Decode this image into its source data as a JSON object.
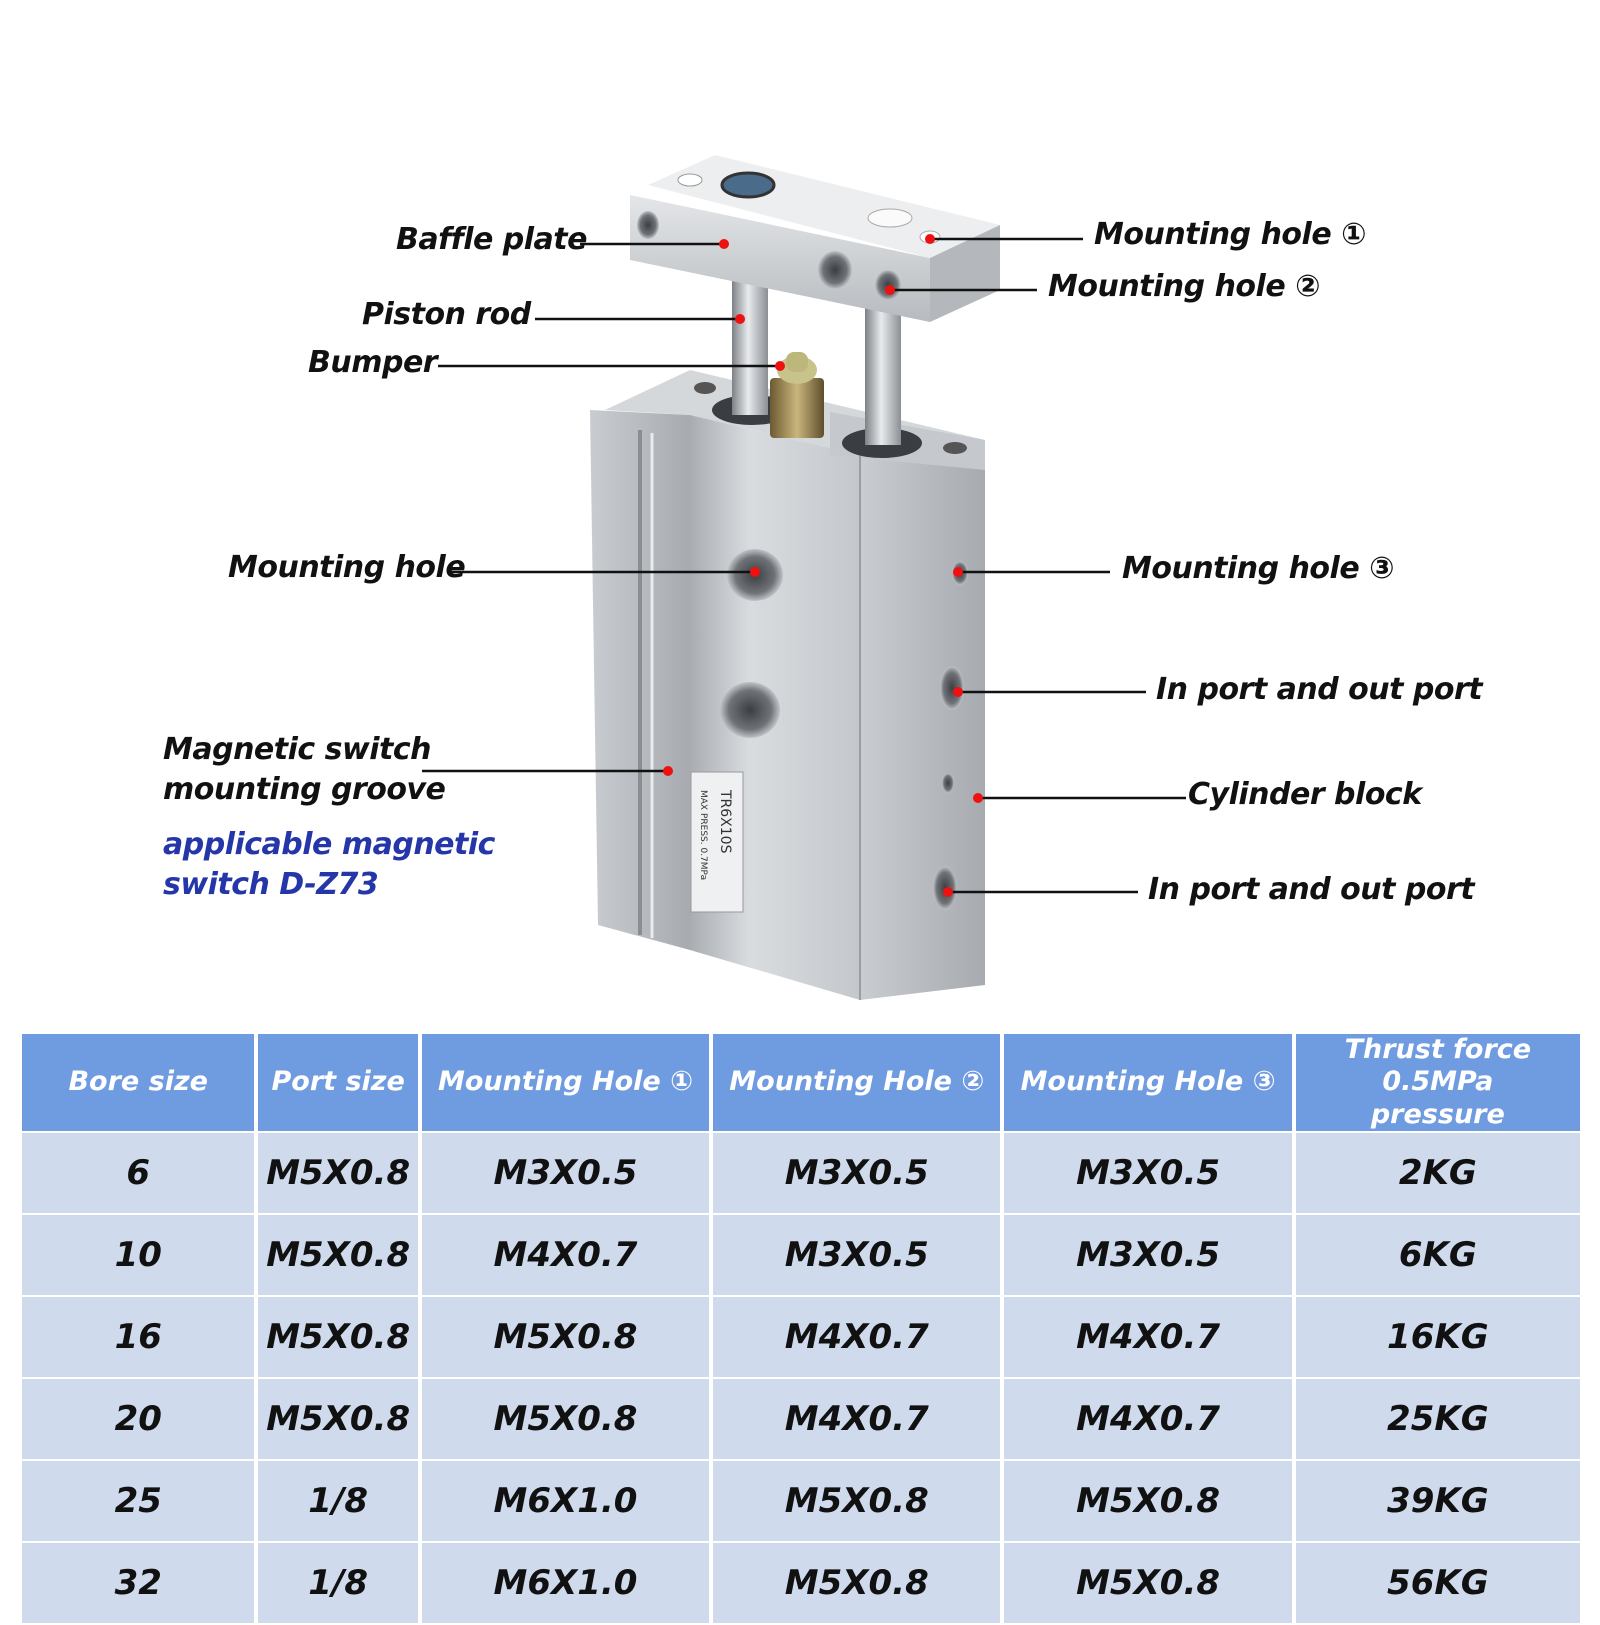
{
  "callouts": {
    "baffle_plate": "Baffle plate",
    "mounting_hole_1": "Mounting hole ①",
    "mounting_hole_2": "Mounting hole ②",
    "piston_rod": "Piston rod",
    "bumper": "Bumper",
    "mounting_hole": "Mounting hole",
    "mounting_hole_3": "Mounting hole ③",
    "in_out_port_1": "In port and out port",
    "magnetic_groove_line1": "Magnetic switch",
    "magnetic_groove_line2": "mounting groove",
    "cylinder_block": "Cylinder block",
    "in_out_port_2": "In port and out port",
    "switch_note_line1": "applicable magnetic",
    "switch_note_line2": "switch D-Z73"
  },
  "product_marking": {
    "model": "TR6X10S",
    "max_press": "MAX PRESS. 0.7MPa"
  },
  "colors": {
    "header_bg": "#6f9be0",
    "cell_bg": "#cfdbed",
    "callout_dot": "#e11111",
    "note_blue": "#2536a8"
  },
  "table": {
    "headers": [
      "Bore size",
      "Port size",
      "Mounting Hole ①",
      "Mounting Hole ②",
      "Mounting Hole ③",
      "Thrust force 0.5MPa pressure"
    ],
    "rows": [
      [
        "6",
        "M5X0.8",
        "M3X0.5",
        "M3X0.5",
        "M3X0.5",
        "2KG"
      ],
      [
        "10",
        "M5X0.8",
        "M4X0.7",
        "M3X0.5",
        "M3X0.5",
        "6KG"
      ],
      [
        "16",
        "M5X0.8",
        "M5X0.8",
        "M4X0.7",
        "M4X0.7",
        "16KG"
      ],
      [
        "20",
        "M5X0.8",
        "M5X0.8",
        "M4X0.7",
        "M4X0.7",
        "25KG"
      ],
      [
        "25",
        "1/8",
        "M6X1.0",
        "M5X0.8",
        "M5X0.8",
        "39KG"
      ],
      [
        "32",
        "1/8",
        "M6X1.0",
        "M5X0.8",
        "M5X0.8",
        "56KG"
      ]
    ]
  }
}
